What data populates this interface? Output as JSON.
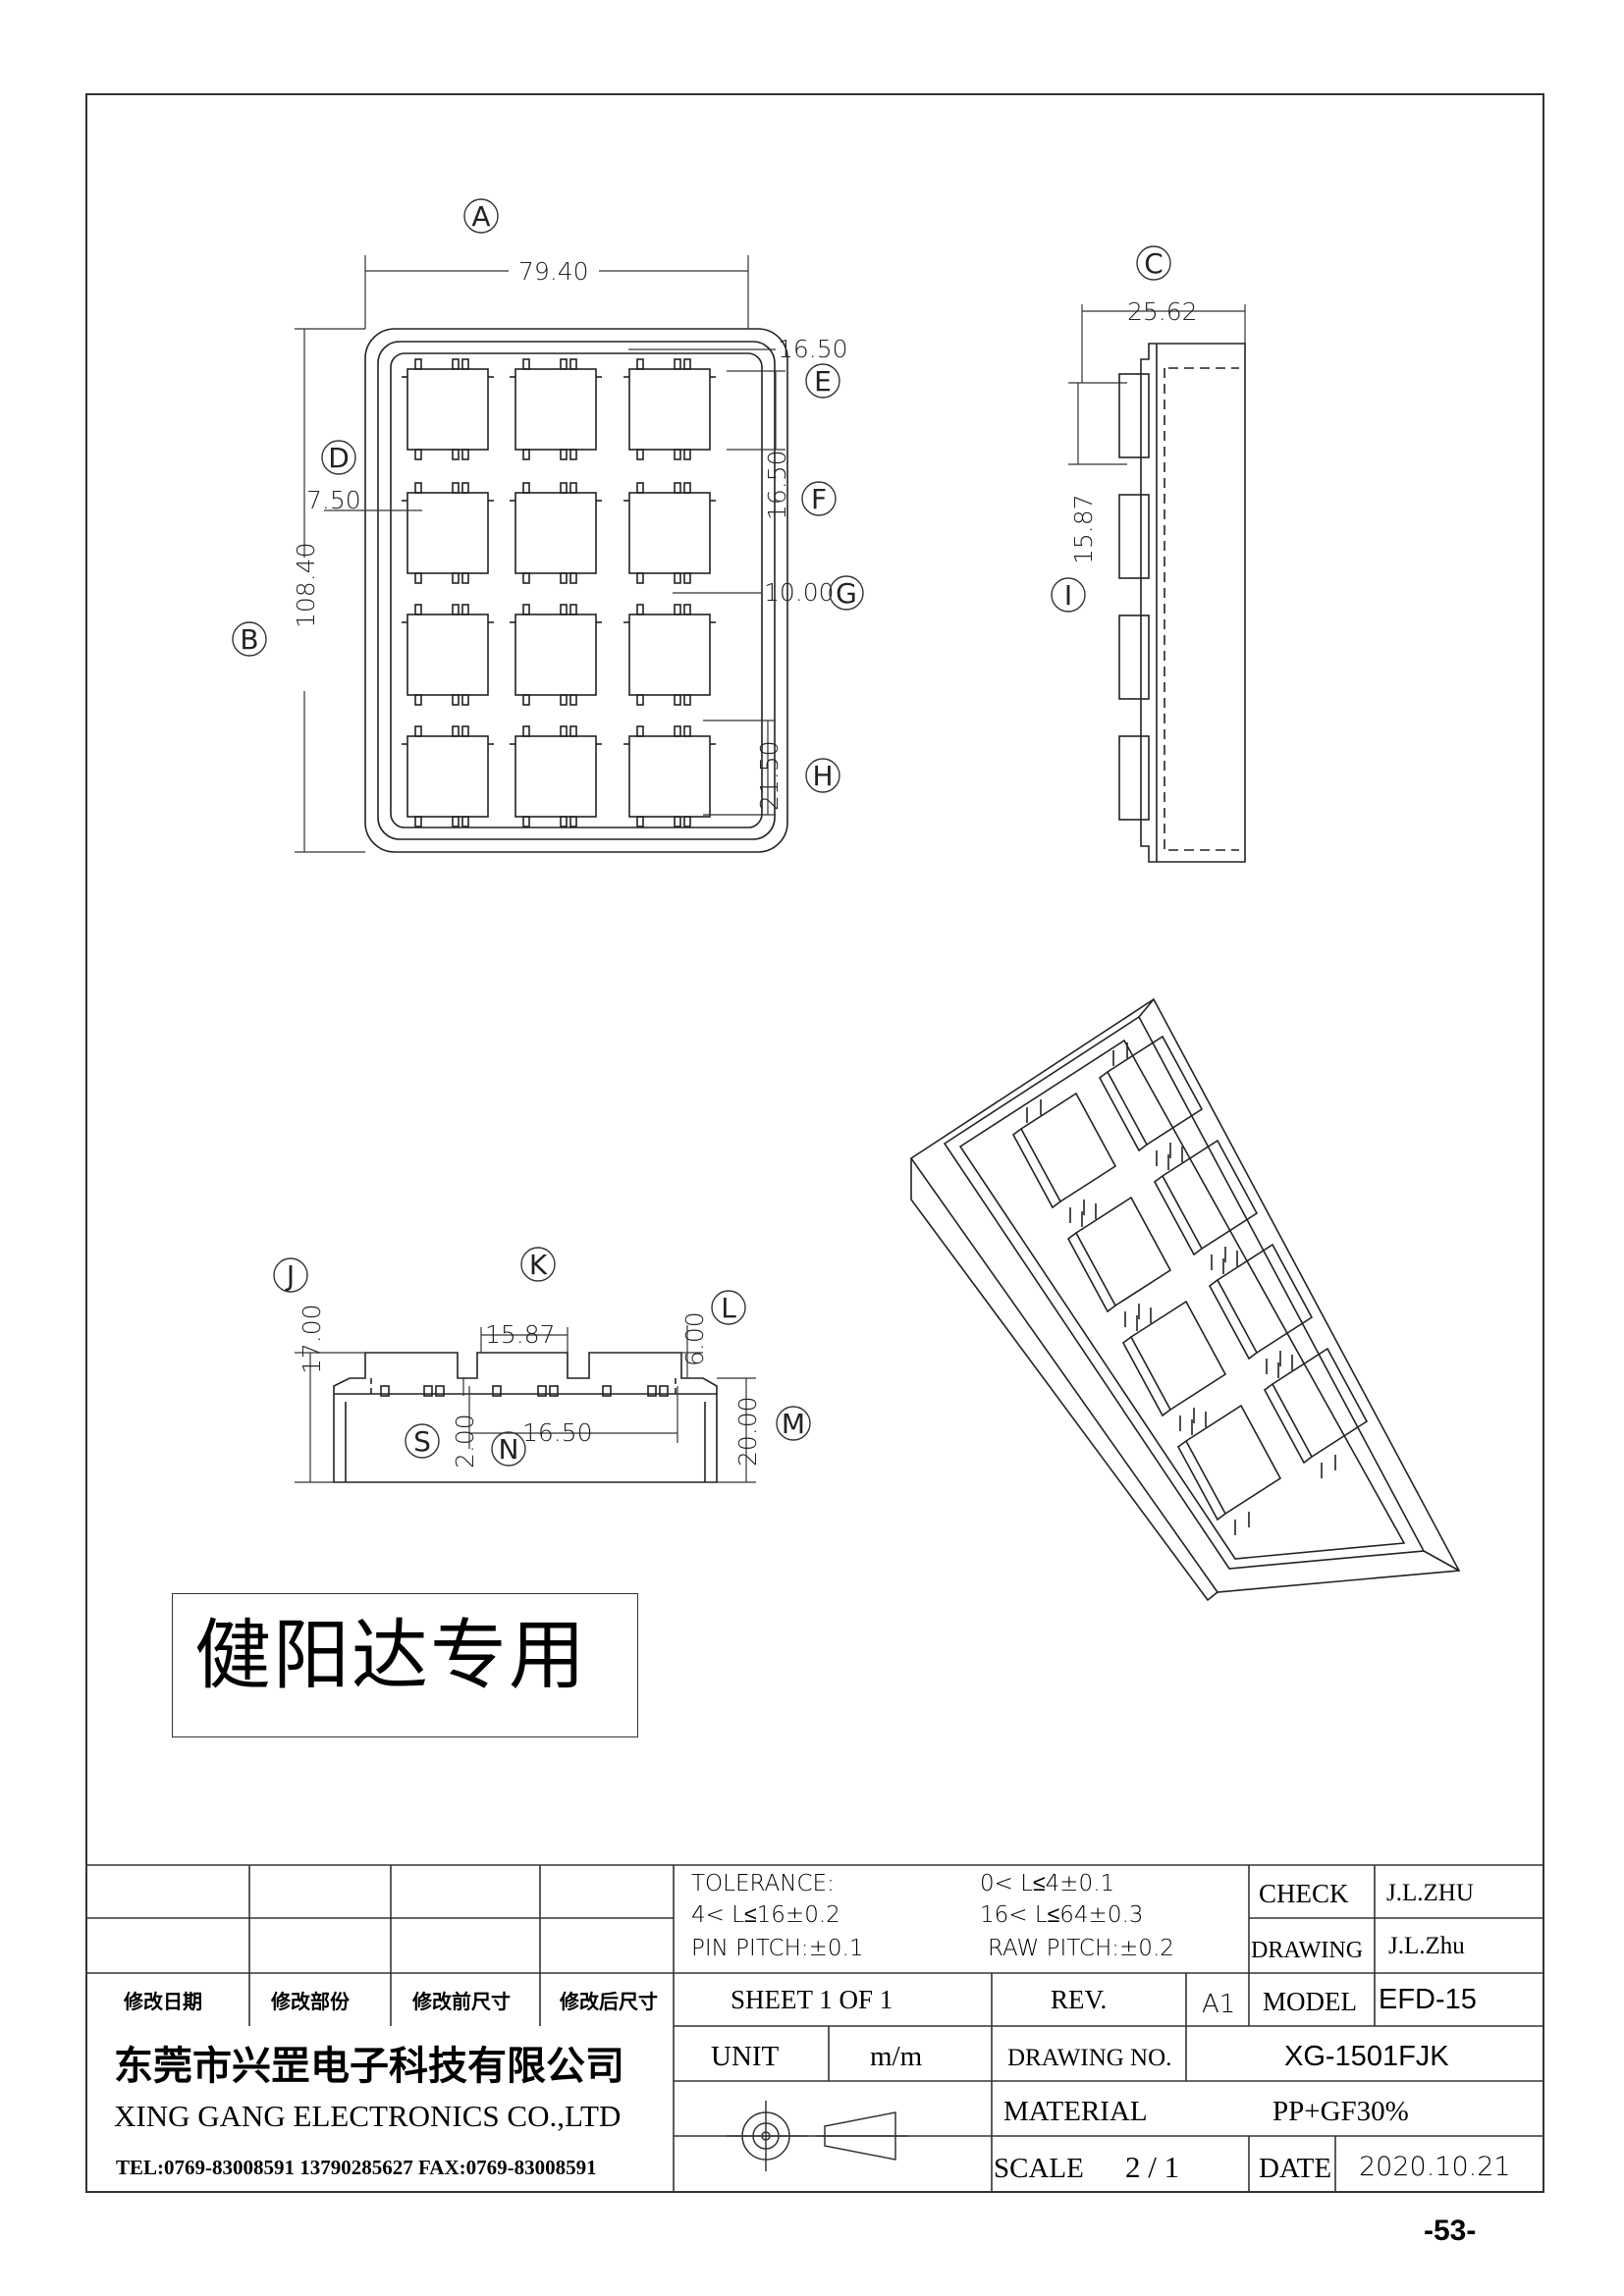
{
  "labels": {
    "A": "A",
    "B": "B",
    "C": "C",
    "D": "D",
    "E": "E",
    "F": "F",
    "G": "G",
    "H": "H",
    "I": "I",
    "J": "J",
    "K": "K",
    "L": "L",
    "M": "M",
    "N": "N",
    "S": "S"
  },
  "dims": {
    "width": "79.40",
    "height": "108.40",
    "side_width": "25.62",
    "e_pitch": "16.50",
    "f_pitch": "16.50",
    "d_width": "7.50",
    "g_gap": "10.00",
    "h_len": "21.50",
    "i_pitch": "15.87",
    "j_height": "17.00",
    "k_pitch": "15.87",
    "l_height": "6.00",
    "m_height": "20.00",
    "n_pitch": "16.50",
    "s_height": "2.00"
  },
  "stamp": "健阳达专用",
  "title_block": {
    "tolerance_label": "TOLERANCE:",
    "tol_1": "0< L≤4±0.1",
    "tol_2": "4< L≤16±0.2",
    "tol_3": "16< L≤64±0.3",
    "pin_pitch": "PIN PITCH:±0.1",
    "raw_pitch": "RAW PITCH:±0.2",
    "check_label": "CHECK",
    "check_value": "J.L.ZHU",
    "drawing_label": "DRAWING",
    "drawing_value": "J.L.Zhu",
    "rev_date_header": "修改日期",
    "rev_part_header": "修改部份",
    "rev_before_header": "修改前尺寸",
    "rev_after_header": "修改后尺寸",
    "sheet": "SHEET 1 OF 1",
    "rev_label": "REV.",
    "rev_value": "A1",
    "model_label": "MODEL",
    "model_value": "EFD-15",
    "company_cn": "东莞市兴罡电子科技有限公司",
    "company_en": "XING GANG ELECTRONICS CO.,LTD",
    "contact": "TEL:0769-83008591 13790285627  FAX:0769-83008591",
    "unit_label": "UNIT",
    "unit_value": "m/m",
    "drawing_no_label": "DRAWING NO.",
    "drawing_no_value": "XG-1501FJK",
    "material_label": "MATERIAL",
    "material_value": "PP+GF30%",
    "scale_label": "SCALE",
    "scale_value": "2 / 1",
    "date_label": "DATE",
    "date_value": "2020.10.21"
  },
  "page_number": "-53-"
}
